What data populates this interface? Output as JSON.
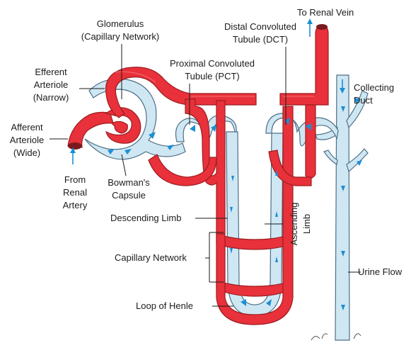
{
  "labels": {
    "glomerulus": [
      "Glomerulus",
      "(Capillary Network)"
    ],
    "efferent": [
      "Efferent",
      "Arteriole",
      "(Narrow)"
    ],
    "afferent": [
      "Afferent",
      "Arteriole",
      "(Wide)"
    ],
    "from_artery": [
      "From",
      "Renal",
      "Artery"
    ],
    "bowman": [
      "Bowman's",
      "Capsule"
    ],
    "pct": [
      "Proximal Convoluted",
      "Tubule (PCT)"
    ],
    "dct": [
      "Distal Convoluted",
      "Tubule (DCT)"
    ],
    "renal_vein": "To Renal Vein",
    "collecting_duct": [
      "Collecting",
      "Duct"
    ],
    "descending_limb": "Descending Limb",
    "ascending_limb": [
      "Ascending",
      "Limb"
    ],
    "capillary_network": "Capillary Network",
    "loop_of_henle": "Loop of Henle",
    "urine_flow": "Urine Flow"
  },
  "colors": {
    "vessel": "#e8313a",
    "vessel_edge": "#9e1c22",
    "tubule": "#cfe7f3",
    "tubule_edge": "#4d6f86",
    "arrow": "#1a8fd6",
    "text": "#1c1c1c"
  }
}
